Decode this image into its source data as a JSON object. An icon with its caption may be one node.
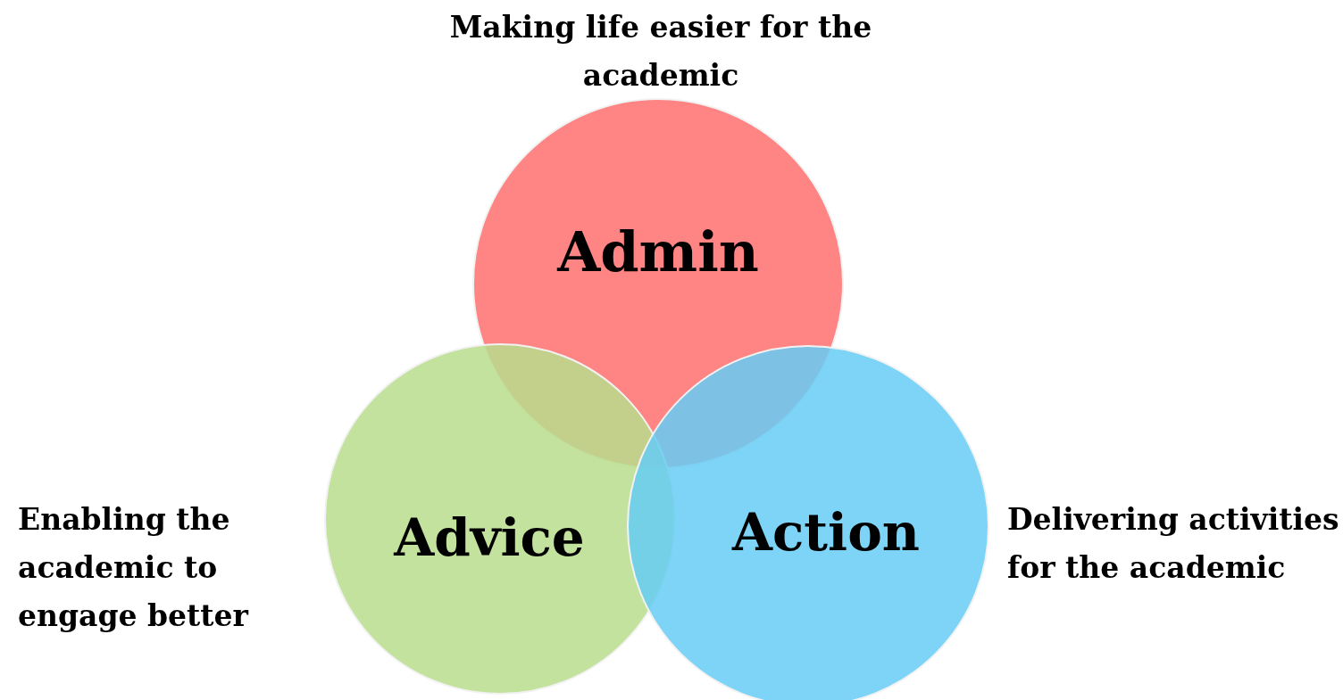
{
  "diagram": {
    "nodes": [
      {
        "text": [
          "Admin"
        ],
        "beside": [
          "Making life easier for the academic"
        ]
      },
      {
        "text": [
          "Advice"
        ],
        "beside": [
          "Enabling the academic to engage better"
        ]
      },
      {
        "text": [
          "Action"
        ],
        "beside": [
          "Delivering activities for the academic"
        ]
      }
    ]
  }
}
